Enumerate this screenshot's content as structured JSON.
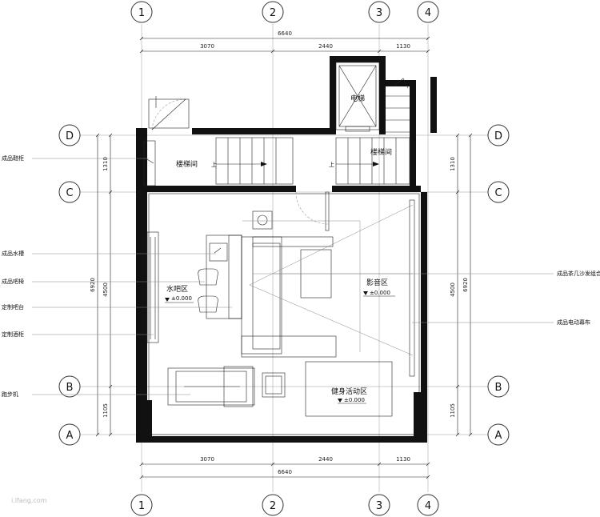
{
  "axes": {
    "vertical": [
      "1",
      "2",
      "3",
      "4"
    ],
    "horizontal": [
      "D",
      "C",
      "B",
      "A"
    ]
  },
  "dimensions": {
    "top_total": "6640",
    "top_segments": [
      "3070",
      "2440",
      "1130"
    ],
    "bottom_total": "6640",
    "bottom_segments": [
      "3070",
      "2440",
      "1130"
    ],
    "left_total": "6920",
    "left_segments": [
      "1310",
      "4500",
      "1105"
    ],
    "right_total": "6920",
    "right_segments": [
      "1310",
      "4500",
      "1105"
    ]
  },
  "rooms": {
    "elevator": "电梯",
    "stair_left": "楼梯间",
    "stair_right": "楼梯间",
    "stair_up_left": "上",
    "stair_up_right": "上",
    "water_bar": "水吧区",
    "water_bar_level": "±0.000",
    "av_area": "影音区",
    "av_area_level": "±0.000",
    "fitness": "健身活动区",
    "fitness_level": "±0.000"
  },
  "callouts_left": [
    "成品鞋柜",
    "成品水槽",
    "成品吧椅",
    "定制吧台",
    "定制酒柜",
    "跑步机"
  ],
  "callouts_right": [
    "成品茶几沙发组合",
    "成品电动幕布"
  ],
  "watermark": "i.lfang.com"
}
